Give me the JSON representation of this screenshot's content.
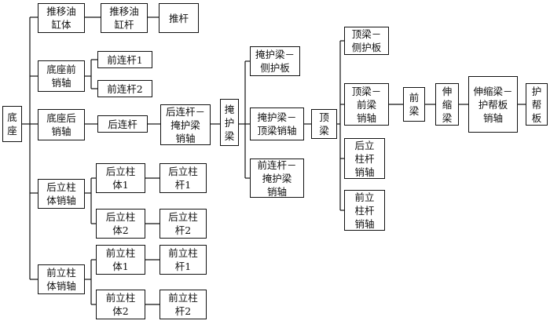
{
  "diagram": {
    "nodes": {
      "base": "底\n座",
      "push_cyl_body": "推移油\n缸体",
      "push_cyl_rod": "推移油\n缸杆",
      "push_rod": "推杆",
      "base_front_pin": "底座前\n销轴",
      "front_link_1": "前连杆1",
      "front_link_2": "前连杆2",
      "base_rear_pin": "底座后\n销轴",
      "rear_link": "后连杆",
      "rear_link_shield_pin": "后连杆－\n掩护梁\n销轴",
      "shield_beam": "掩\n护\n梁",
      "shield_side_plate": "掩护梁－\n侧护板",
      "shield_top_pin": "掩护梁－\n顶梁销轴",
      "front_link_shield_pin": "前连杆－\n掩护梁\n销轴",
      "top_beam": "顶\n梁",
      "top_side_plate": "顶梁－\n侧护板",
      "top_front_pin": "顶梁－\n前梁\n销轴",
      "rear_col_rod_pin": "后立\n柱杆\n销轴",
      "front_col_rod_pin": "前立\n柱杆\n销轴",
      "front_beam": "前\n梁",
      "ext_beam": "伸\n缩\n梁",
      "ext_guard_pin": "伸缩梁－\n护帮板\n销轴",
      "guard_plate": "护\n帮\n板",
      "rear_col_pin": "后立柱\n体销轴",
      "rear_col_body_1": "后立柱\n体1",
      "rear_col_rod_1": "后立柱\n杆1",
      "rear_col_body_2": "后立柱\n体2",
      "rear_col_rod_2": "后立柱\n杆2",
      "front_col_pin": "前立柱\n体销轴",
      "front_col_body_1": "前立柱\n体1",
      "front_col_rod_1": "前立柱\n杆1",
      "front_col_body_2": "前立柱\n体2",
      "front_col_rod_2": "前立柱\n杆2"
    }
  }
}
